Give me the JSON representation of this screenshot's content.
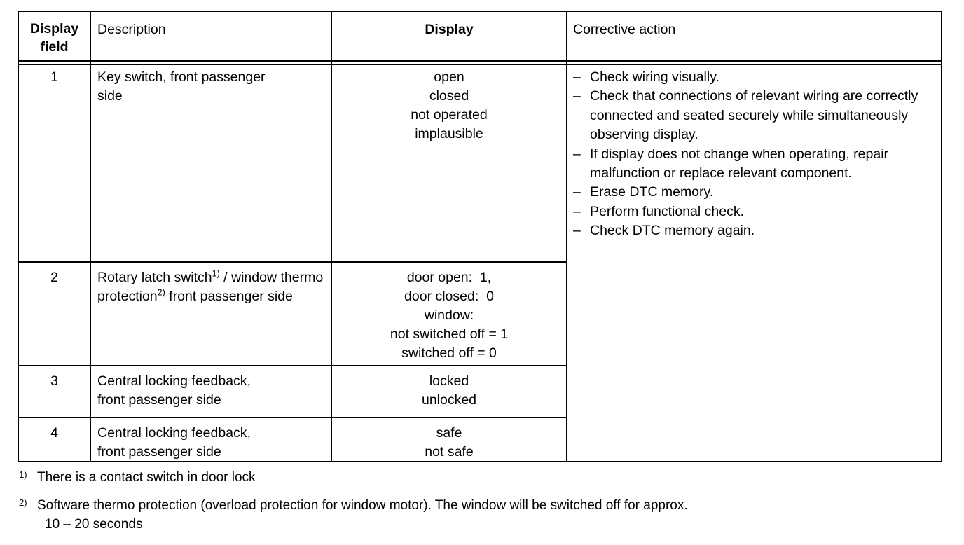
{
  "table": {
    "headers": {
      "field": "Display\nfield",
      "field_line1": "Display",
      "field_line2": "field",
      "description": "Description",
      "display": "Display",
      "corrective_action": "Corrective action"
    },
    "rows": [
      {
        "field": "1",
        "description": "Key switch, front passenger side",
        "description_lines": [
          "Key switch, front passenger",
          "side"
        ],
        "display_values": [
          "open",
          "closed",
          "not operated",
          "implausible"
        ]
      },
      {
        "field": "2",
        "description": "Rotary latch switch1) / window thermo protection2) front passenger side",
        "description_part1": "Rotary latch switch",
        "description_sup1": "1)",
        "description_part2": " / window thermo protection",
        "description_sup2": "2)",
        "description_part3": " front passenger side",
        "display_values": [
          "door open:  1,",
          "door closed:  0",
          "window:",
          "not switched off = 1",
          "switched off = 0"
        ]
      },
      {
        "field": "3",
        "description": "Central locking feedback, front passenger side",
        "description_lines": [
          "Central locking feedback,",
          "front passenger side"
        ],
        "display_values": [
          "locked",
          "unlocked"
        ]
      },
      {
        "field": "4",
        "description": "Central locking feedback, front passenger side",
        "description_lines": [
          "Central locking feedback,",
          "front passenger side"
        ],
        "display_values": [
          "safe",
          "not safe"
        ]
      }
    ],
    "corrective_action": {
      "bullet": "–",
      "items": [
        "Check wiring visually.",
        "Check that connections of relevant wiring are correctly connected and seated securely while simultaneously observing display.",
        "If display does not change when operating, repair malfunction or replace relevant component.",
        "Erase DTC memory.",
        "Perform functional check.",
        "Check DTC memory again."
      ]
    }
  },
  "footnotes": [
    {
      "marker": "1)",
      "text": "There is a contact switch in door lock",
      "continuation": ""
    },
    {
      "marker": "2)",
      "text": "Software thermo protection (overload protection for window motor).  The window will be switched off for approx.",
      "continuation": "10 – 20 seconds"
    }
  ]
}
